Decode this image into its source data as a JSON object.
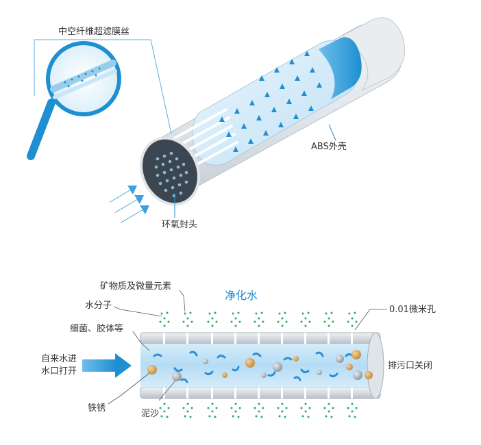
{
  "top_diagram": {
    "magnifier_label": "中空纤维超滤膜丝",
    "shell_label": "ABS外壳",
    "end_cap_label": "环氧封头"
  },
  "bottom_diagram": {
    "title": "净化水",
    "minerals_label": "矿物质及微量元素",
    "water_molecule_label": "水分子",
    "bacteria_label": "细菌、胶体等",
    "inlet_label_line1": "自来水进",
    "inlet_label_line2": "水口打开",
    "pore_label": "0.01微米孔",
    "drain_label": "排污口关闭",
    "rust_label": "铁锈",
    "sand_label": "泥沙"
  },
  "colors": {
    "accent_blue": "#1e8fd0",
    "light_blue": "#8cc8f0",
    "tube_gray": "#d8dde2",
    "rust": "#d49a50",
    "sand": "#9aa2aa",
    "water_dot": "#2aa86a"
  }
}
